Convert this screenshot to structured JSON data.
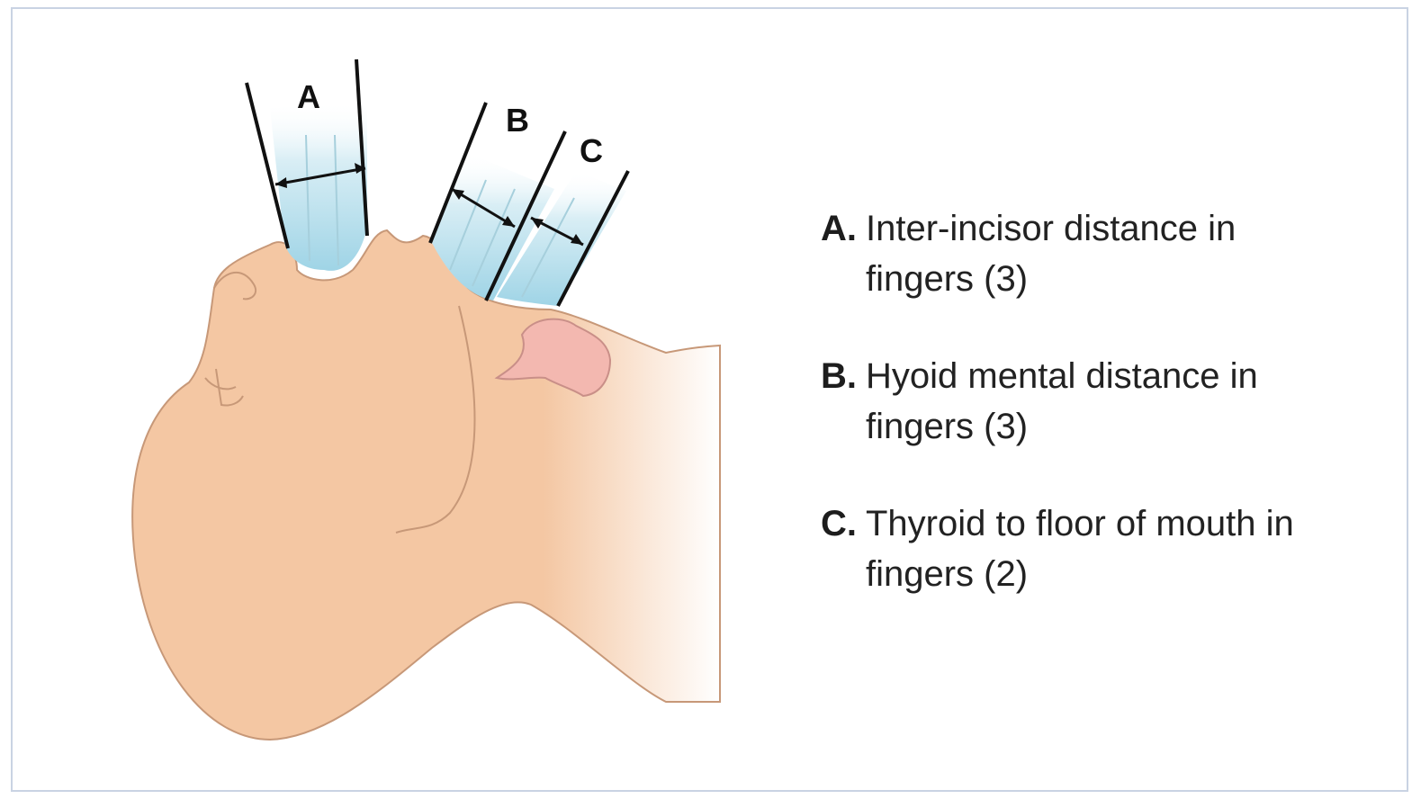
{
  "diagram": {
    "labels": {
      "a": "A",
      "b": "B",
      "c": "C"
    },
    "legend": [
      {
        "letter": "A.",
        "text": "Inter-incisor distance in fingers (3)"
      },
      {
        "letter": "B.",
        "text": "Hyoid mental distance in fingers (3)"
      },
      {
        "letter": "C.",
        "text": "Thyroid to floor of mouth in fingers (2)"
      }
    ],
    "colors": {
      "skin": "#f4c7a3",
      "skin_outline": "#c79878",
      "ear": "#f3b8b0",
      "finger_fill": "#bfe3ee",
      "outline": "#111111",
      "frame": "#c9d3e3"
    }
  }
}
